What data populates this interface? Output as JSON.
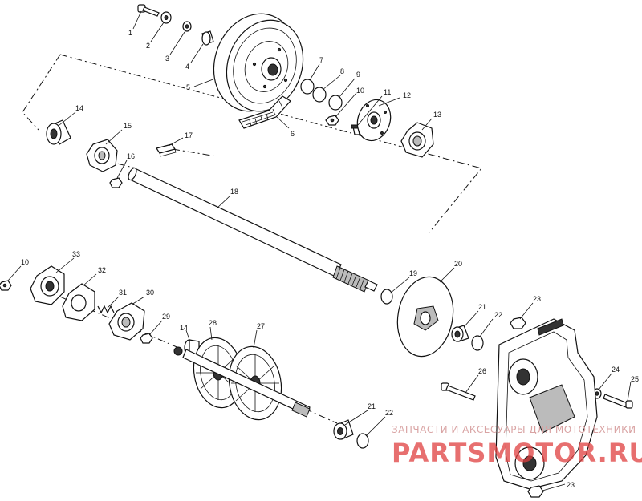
{
  "callouts": [
    "1",
    "2",
    "3",
    "4",
    "5",
    "6",
    "7",
    "8",
    "9",
    "10",
    "11",
    "12",
    "13",
    "14",
    "15",
    "16",
    "17",
    "18",
    "19",
    "20",
    "21",
    "22",
    "23",
    "24",
    "25",
    "26",
    "27",
    "28",
    "29",
    "30",
    "31",
    "32",
    "33"
  ],
  "lower_callouts": {
    "n10b": "10",
    "n14b": "14",
    "n21b": "21",
    "n22b": "22",
    "n23b": "23"
  },
  "watermark": {
    "tagline": "ЗАПЧАСТИ И АКСЕСУАРЫ ДЛЯ МОТОТЕХНИКИ",
    "brand": "PARTSMOTOR.RU"
  },
  "colors": {
    "ink": "#111111",
    "watermark_red": "#e04040",
    "watermark_pink": "#d9a3a3"
  }
}
